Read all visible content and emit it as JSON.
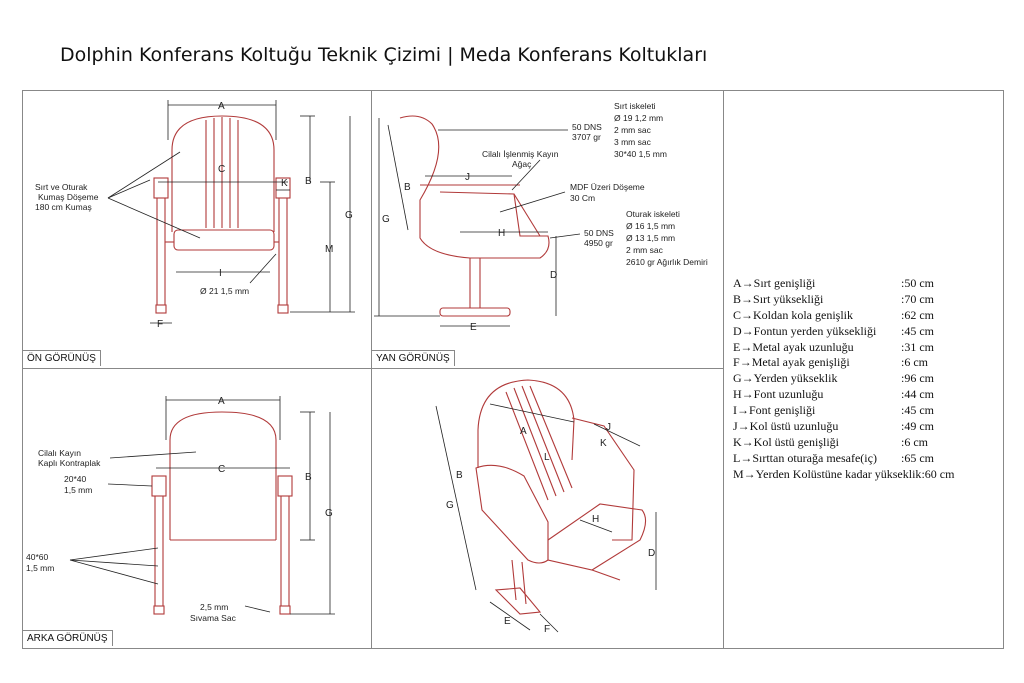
{
  "title": "Dolphin Konferans Koltuğu Teknik Çizimi | Meda Konferans Koltukları",
  "panels": {
    "front": "ÖN GÖRÜNÜŞ",
    "side": "YAN GÖRÜNÜŞ",
    "back": "ARKA GÖRÜNÜŞ"
  },
  "front_annotations": {
    "upholstery": [
      "Sırt ve Oturak",
      "Kumaş Döşeme",
      "180 cm Kumaş"
    ],
    "tube": "Ø 21 1,5 mm"
  },
  "side_annotations": {
    "backframe_title": "Sırt iskeleti",
    "backframe_specs": [
      "Ø 19 1,2 mm",
      "2 mm sac",
      "3 mm sac",
      "30*40 1,5 mm"
    ],
    "dns_back": [
      "50 DNS",
      "3707 gr"
    ],
    "wood": [
      "Cilalı İşlenmiş Kayın",
      "Ağaç"
    ],
    "mdf": [
      "MDF Üzeri Döşeme",
      "30 Cm"
    ],
    "seatframe_title": "Oturak iskeleti",
    "dns_seat": [
      "50 DNS",
      "4950 gr"
    ],
    "seatframe_specs": [
      "Ø 16 1,5 mm",
      "Ø 13 1,5 mm",
      "2 mm sac",
      "2610 gr Ağırlık Demiri"
    ]
  },
  "back_annotations": {
    "plywood": [
      "Cilalı Kayın",
      "Kaplı Kontraplak"
    ],
    "profile1": [
      "20*40",
      "1,5 mm"
    ],
    "profile2": [
      "40*60",
      "1,5 mm"
    ],
    "sheet": [
      "2,5 mm",
      "Sıvama Sac"
    ]
  },
  "dimension_letters": [
    "A",
    "B",
    "C",
    "D",
    "E",
    "F",
    "G",
    "H",
    "I",
    "J",
    "K",
    "L",
    "M"
  ],
  "legend": [
    {
      "key": "A",
      "label": "Sırt genişliği",
      "value": ":50 cm"
    },
    {
      "key": "B",
      "label": "Sırt yüksekliği",
      "value": ":70 cm"
    },
    {
      "key": "C",
      "label": "Koldan kola genişlik",
      "value": ":62 cm"
    },
    {
      "key": "D",
      "label": "Fontun yerden yüksekliği",
      "value": ":45 cm"
    },
    {
      "key": "E",
      "label": "Metal ayak uzunluğu",
      "value": ":31 cm"
    },
    {
      "key": "F",
      "label": "Metal ayak genişliği",
      "value": ":6 cm"
    },
    {
      "key": "G",
      "label": "Yerden yükseklik",
      "value": ":96 cm"
    },
    {
      "key": "H",
      "label": "Font uzunluğu",
      "value": ":44 cm"
    },
    {
      "key": "I",
      "label": "Font genişliği",
      "value": ":45 cm"
    },
    {
      "key": "J",
      "label": "Kol üstü uzunluğu",
      "value": ":49 cm"
    },
    {
      "key": "K",
      "label": "Kol üstü genişliği",
      "value": ":6 cm"
    },
    {
      "key": "L",
      "label": "Sırttan oturağa mesafe(iç)",
      "value": ":65 cm"
    },
    {
      "key": "M",
      "label": "Yerden Kolüstüne kadar yükseklik",
      "value": ":60 cm"
    }
  ],
  "arrow_symbol": "→"
}
